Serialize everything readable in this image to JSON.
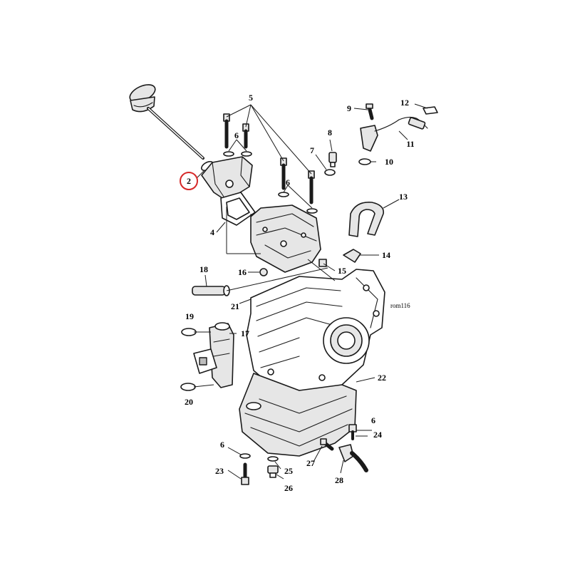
{
  "diagram": {
    "image_code": "rom116",
    "highlight_color": "#d62828",
    "highlighted_callout": "2",
    "callouts": [
      {
        "label": "2",
        "highlighted": true
      },
      {
        "label": "4"
      },
      {
        "label": "5"
      },
      {
        "label": "6"
      },
      {
        "label": "6"
      },
      {
        "label": "6"
      },
      {
        "label": "6"
      },
      {
        "label": "7"
      },
      {
        "label": "8"
      },
      {
        "label": "9"
      },
      {
        "label": "10"
      },
      {
        "label": "11"
      },
      {
        "label": "12"
      },
      {
        "label": "13"
      },
      {
        "label": "14"
      },
      {
        "label": "15"
      },
      {
        "label": "16"
      },
      {
        "label": "17"
      },
      {
        "label": "18"
      },
      {
        "label": "19"
      },
      {
        "label": "20"
      },
      {
        "label": "21"
      },
      {
        "label": "22"
      },
      {
        "label": "23"
      },
      {
        "label": "24"
      },
      {
        "label": "25"
      },
      {
        "label": "26"
      },
      {
        "label": "27"
      },
      {
        "label": "28"
      }
    ]
  }
}
